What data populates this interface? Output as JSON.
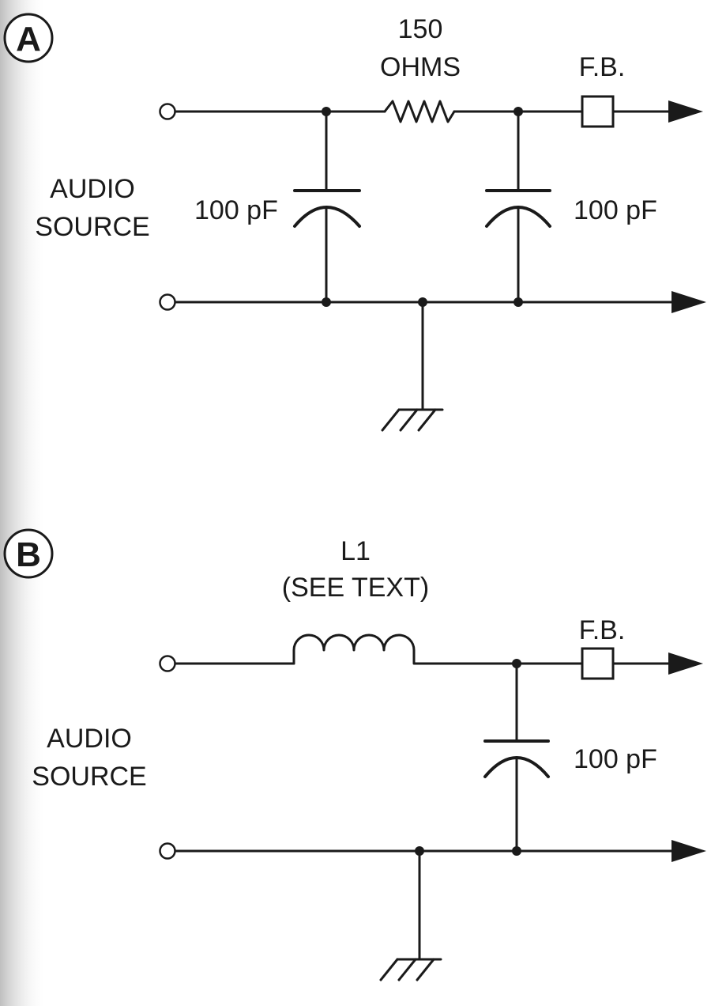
{
  "circuit_a": {
    "badge": "A",
    "resistor_value": "150",
    "resistor_unit": "OHMS",
    "ferrite_label": "F.B.",
    "source_label_line1": "AUDIO",
    "source_label_line2": "SOURCE",
    "cap_left_label": "100 pF",
    "cap_right_label": "100 pF"
  },
  "circuit_b": {
    "badge": "B",
    "inductor_name": "L1",
    "inductor_note": "(SEE TEXT)",
    "ferrite_label": "F.B.",
    "source_label_line1": "AUDIO",
    "source_label_line2": "SOURCE",
    "cap_label": "100 pF"
  }
}
